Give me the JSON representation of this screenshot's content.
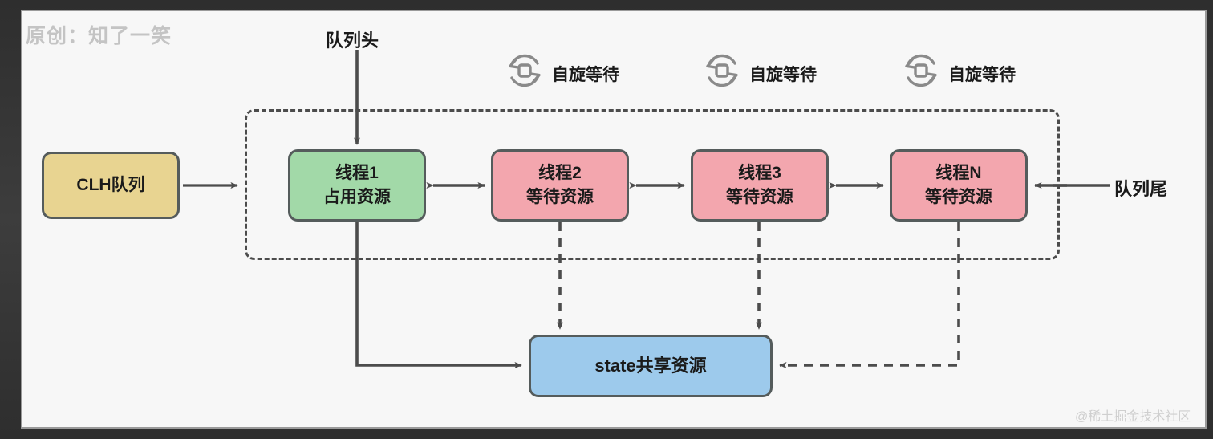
{
  "watermarks": {
    "top_left": "原创：知了一笑",
    "bottom_right": "@稀土掘金技术社区"
  },
  "labels": {
    "queue_head": "队列头",
    "queue_tail": "队列尾"
  },
  "spin_waits": [
    {
      "label": "自旋等待",
      "icon": "spin-loop-icon"
    },
    {
      "label": "自旋等待",
      "icon": "spin-loop-icon"
    },
    {
      "label": "自旋等待",
      "icon": "spin-loop-icon"
    }
  ],
  "nodes": {
    "clh": {
      "line1": "CLH队列",
      "line2": "",
      "color": "#e8d491"
    },
    "thread1": {
      "line1": "线程1",
      "line2": "占用资源",
      "color": "#a2d9a8"
    },
    "thread2": {
      "line1": "线程2",
      "line2": "等待资源",
      "color": "#f3a6ae"
    },
    "thread3": {
      "line1": "线程3",
      "line2": "等待资源",
      "color": "#f3a6ae"
    },
    "threadN": {
      "line1": "线程N",
      "line2": "等待资源",
      "color": "#f3a6ae"
    },
    "state": {
      "line1": "state共享资源",
      "line2": "",
      "color": "#9dcaec"
    }
  },
  "colors": {
    "border": "#555c5c",
    "line": "#4c4c4c",
    "canvas_bg": "#f7f7f7",
    "frame": "#2e2e2e",
    "watermark": "#c4c4c4"
  },
  "connections": [
    {
      "from": "clh",
      "to": "queue-container",
      "style": "solid",
      "direction": "right"
    },
    {
      "from": "queue-head",
      "to": "thread1",
      "style": "solid",
      "direction": "down"
    },
    {
      "from": "thread1",
      "to": "thread2",
      "style": "solid",
      "direction": "both"
    },
    {
      "from": "thread2",
      "to": "thread3",
      "style": "solid",
      "direction": "both"
    },
    {
      "from": "thread3",
      "to": "threadN",
      "style": "solid",
      "direction": "both"
    },
    {
      "from": "queue-tail",
      "to": "threadN",
      "style": "solid",
      "direction": "left"
    },
    {
      "from": "thread1",
      "to": "state",
      "style": "solid",
      "direction": "right"
    },
    {
      "from": "thread2",
      "to": "state",
      "style": "dashed",
      "direction": "down"
    },
    {
      "from": "thread3",
      "to": "state",
      "style": "dashed",
      "direction": "down"
    },
    {
      "from": "threadN",
      "to": "state",
      "style": "dashed",
      "direction": "left"
    }
  ]
}
